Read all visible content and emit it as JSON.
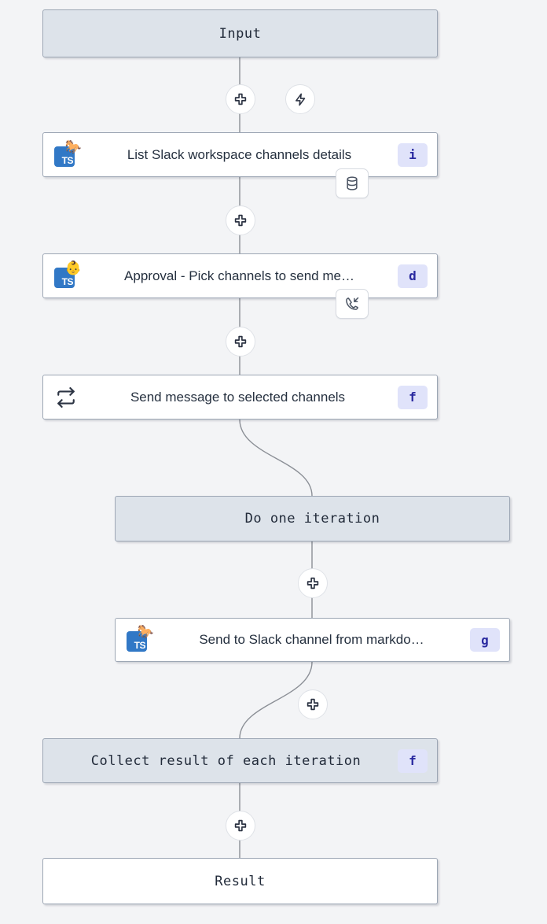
{
  "canvas": {
    "background": "#f3f4f6",
    "terminal_fill": "#dde3ea",
    "node_fill": "#ffffff",
    "badge_fill": "#e0e3fa",
    "badge_text_color": "#2a2aa0",
    "border_color": "#9ca6b4",
    "edge_color": "#8b8f96"
  },
  "nodes": [
    {
      "id": "input",
      "label": "Input",
      "kind": "terminal"
    },
    {
      "id": "list-slack-channels",
      "label": "List Slack workspace channels details",
      "badge": "i",
      "lang": "TS",
      "emoji": "🐎",
      "sub_icon": "database-icon"
    },
    {
      "id": "approval-pick-channels",
      "label": "Approval - Pick channels to send me…",
      "badge": "d",
      "lang": "TS",
      "emoji": "👶",
      "sub_icon": "phone-incoming-icon"
    },
    {
      "id": "send-message-loop",
      "label": "Send message to selected channels",
      "badge": "f",
      "icon": "loop-icon"
    },
    {
      "id": "do-one-iteration",
      "label": "Do one iteration",
      "kind": "terminal"
    },
    {
      "id": "send-to-slack-markdown",
      "label": "Send to Slack channel from markdo…",
      "badge": "g",
      "lang": "TS",
      "emoji": "🐎"
    },
    {
      "id": "collect-result",
      "label": "Collect result of each iteration",
      "badge": "f",
      "kind": "collect"
    },
    {
      "id": "result",
      "label": "Result",
      "kind": "terminal-white"
    }
  ],
  "connectors": [
    {
      "id": "add-after-input",
      "icon": "plus-icon"
    },
    {
      "id": "trigger-after-input",
      "icon": "zap-icon"
    },
    {
      "id": "add-after-list-slack-channels",
      "icon": "plus-icon"
    },
    {
      "id": "add-after-approval",
      "icon": "plus-icon"
    },
    {
      "id": "add-after-do-one-iteration",
      "icon": "plus-icon"
    },
    {
      "id": "add-after-send-to-slack",
      "icon": "plus-icon"
    },
    {
      "id": "add-after-collect-result",
      "icon": "plus-icon"
    }
  ]
}
